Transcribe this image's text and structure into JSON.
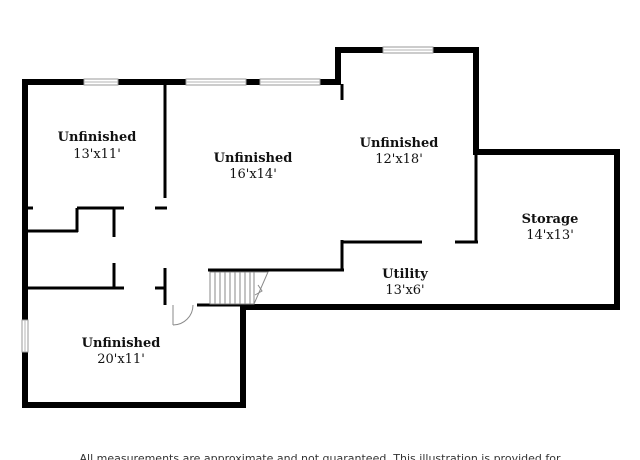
{
  "rooms": {
    "unfinished_a": {
      "label": "Unfinished",
      "dims": "13'x11'"
    },
    "unfinished_b": {
      "label": "Unfinished",
      "dims": "16'x14'"
    },
    "unfinished_c": {
      "label": "Unfinished",
      "dims": "12'x18'"
    },
    "storage": {
      "label": "Storage",
      "dims": "14'x13'"
    },
    "utility": {
      "label": "Utility",
      "dims": "13'x6'"
    },
    "unfinished_d": {
      "label": "Unfinished",
      "dims": "20'x11'"
    }
  },
  "footer": {
    "disclaimer": "All measurements are approximate and not guaranteed. This illustration is provided for"
  },
  "colors": {
    "wall": "#000000",
    "window": "#9a9a9a",
    "background": "#ffffff"
  }
}
